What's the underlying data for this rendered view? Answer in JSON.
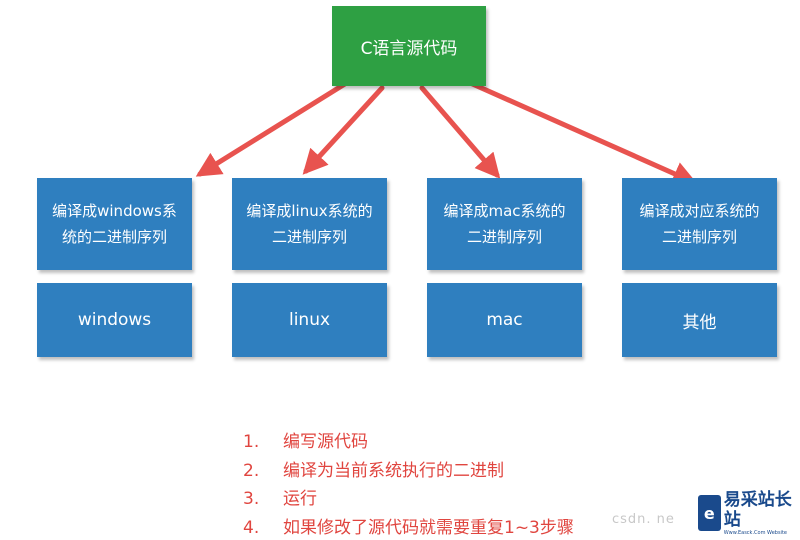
{
  "colors": {
    "source_box": "#2ea043",
    "target_box": "#2f7fbf",
    "arrow": "#e8534f",
    "steps_text": "#e0453f"
  },
  "source": {
    "label": "C语言源代码"
  },
  "targets": [
    {
      "line1": "编译成windows系",
      "line2": "统的二进制序列",
      "platform": "windows"
    },
    {
      "line1": "编译成linux系统的",
      "line2": "二进制序列",
      "platform": "linux"
    },
    {
      "line1": "编译成mac系统的",
      "line2": "二进制序列",
      "platform": "mac"
    },
    {
      "line1": "编译成对应系统的",
      "line2": "二进制序列",
      "platform": "其他"
    }
  ],
  "steps": [
    {
      "num": "1.",
      "text": "编写源代码"
    },
    {
      "num": "2.",
      "text": "编译为当前系统执行的二进制"
    },
    {
      "num": "3.",
      "text": "运行"
    },
    {
      "num": "4.",
      "text": "如果修改了源代码就需要重复1~3步骤"
    }
  ],
  "watermark": "csdn. ne",
  "logo": {
    "mark_icon": "e-logo-icon",
    "name": "易采站长站",
    "sub": "Www.Easck.Com Website"
  }
}
